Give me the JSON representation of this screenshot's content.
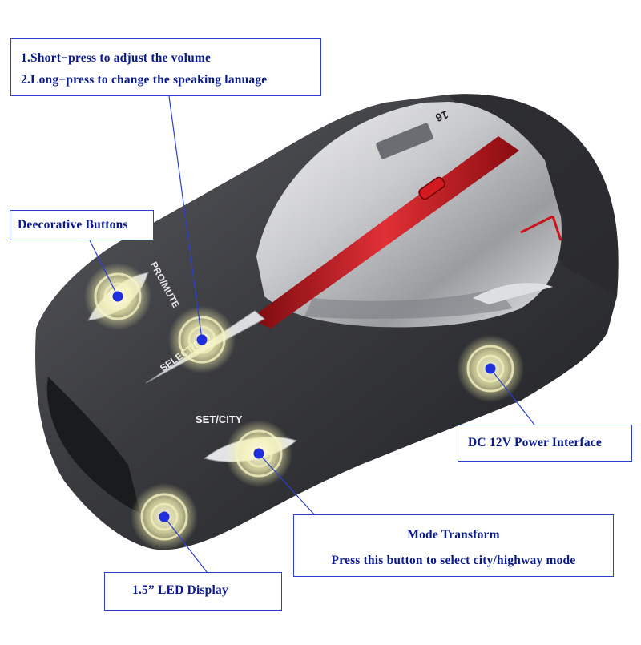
{
  "callouts": {
    "volume": {
      "line1": "1.Short−press to adjust the volume",
      "line2": "2.Long−press to change the speaking lanuage"
    },
    "decorative": {
      "text": "Deecorative Buttons"
    },
    "power": {
      "text": "DC 12V Power Interface"
    },
    "mode": {
      "title": "Mode Transform",
      "description": "Press this button to select city/highway mode"
    },
    "display": {
      "text": "1.5” LED Display"
    }
  },
  "device": {
    "labels": {
      "pro_mute": "PRO/MUTE",
      "select_dim": "SELECT/DIM",
      "set_city": "SET/CITY",
      "band_count": "16"
    }
  },
  "colors": {
    "callout_border": "#2b3fd1",
    "callout_text": "#0a1a8c",
    "marker_dot": "#1f2fe0",
    "glow": "#f4f2b0",
    "accent_red": "#c8141a",
    "body_dark": "#3a3b3f",
    "chrome": "#c9cacd"
  }
}
